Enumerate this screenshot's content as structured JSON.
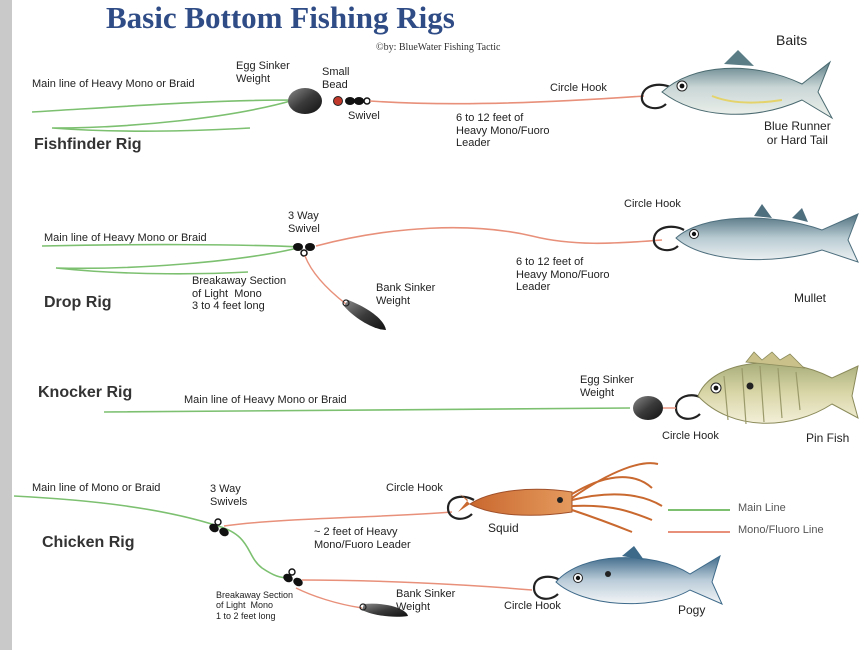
{
  "title": "Basic Bottom Fishing Rigs",
  "credit": "©by: BlueWater Fishing Tactic",
  "baits_header": "Baits",
  "colors": {
    "main_line": "#7cc070",
    "leader": "#e8907a",
    "title": "#2f4c86"
  },
  "fishfinder": {
    "rig_name": "Fishfinder Rig",
    "main_line": "Main line of Heavy Mono or Braid",
    "egg_sinker": "Egg Sinker\nWeight",
    "small_bead": "Small\nBead",
    "swivel": "Swivel",
    "leader": "6 to 12 feet of\nHeavy Mono/Fuoro\nLeader",
    "circle_hook": "Circle Hook",
    "bait": "Blue Runner\nor Hard Tail"
  },
  "drop": {
    "rig_name": "Drop Rig",
    "main_line": "Main line of Heavy Mono or Braid",
    "swivel": "3 Way\nSwivel",
    "breakaway": "Breakaway Section\nof Light  Mono\n3 to 4 feet long",
    "bank_sinker": "Bank Sinker\nWeight",
    "leader": "6 to 12 feet of\nHeavy Mono/Fuoro\nLeader",
    "circle_hook": "Circle Hook",
    "bait": "Mullet"
  },
  "knocker": {
    "rig_name": "Knocker Rig",
    "main_line": "Main line of Heavy Mono or Braid",
    "egg_sinker": "Egg Sinker\nWeight",
    "circle_hook": "Circle Hook",
    "bait": "Pin Fish"
  },
  "chicken": {
    "rig_name": "Chicken Rig",
    "main_line": "Main line of Mono or Braid",
    "swivels": "3 Way\nSwivels",
    "circle_hook_top": "Circle Hook",
    "squid": "Squid",
    "leader": "~ 2 feet of Heavy\nMono/Fuoro Leader",
    "breakaway": "Breakaway Section\nof Light  Mono\n1 to 2 feet long",
    "bank_sinker": "Bank Sinker\nWeight",
    "circle_hook_bottom": "Circle Hook",
    "pogy": "Pogy"
  },
  "legend": {
    "main_line": "Main Line",
    "mono_line": "Mono/Fluoro Line"
  }
}
